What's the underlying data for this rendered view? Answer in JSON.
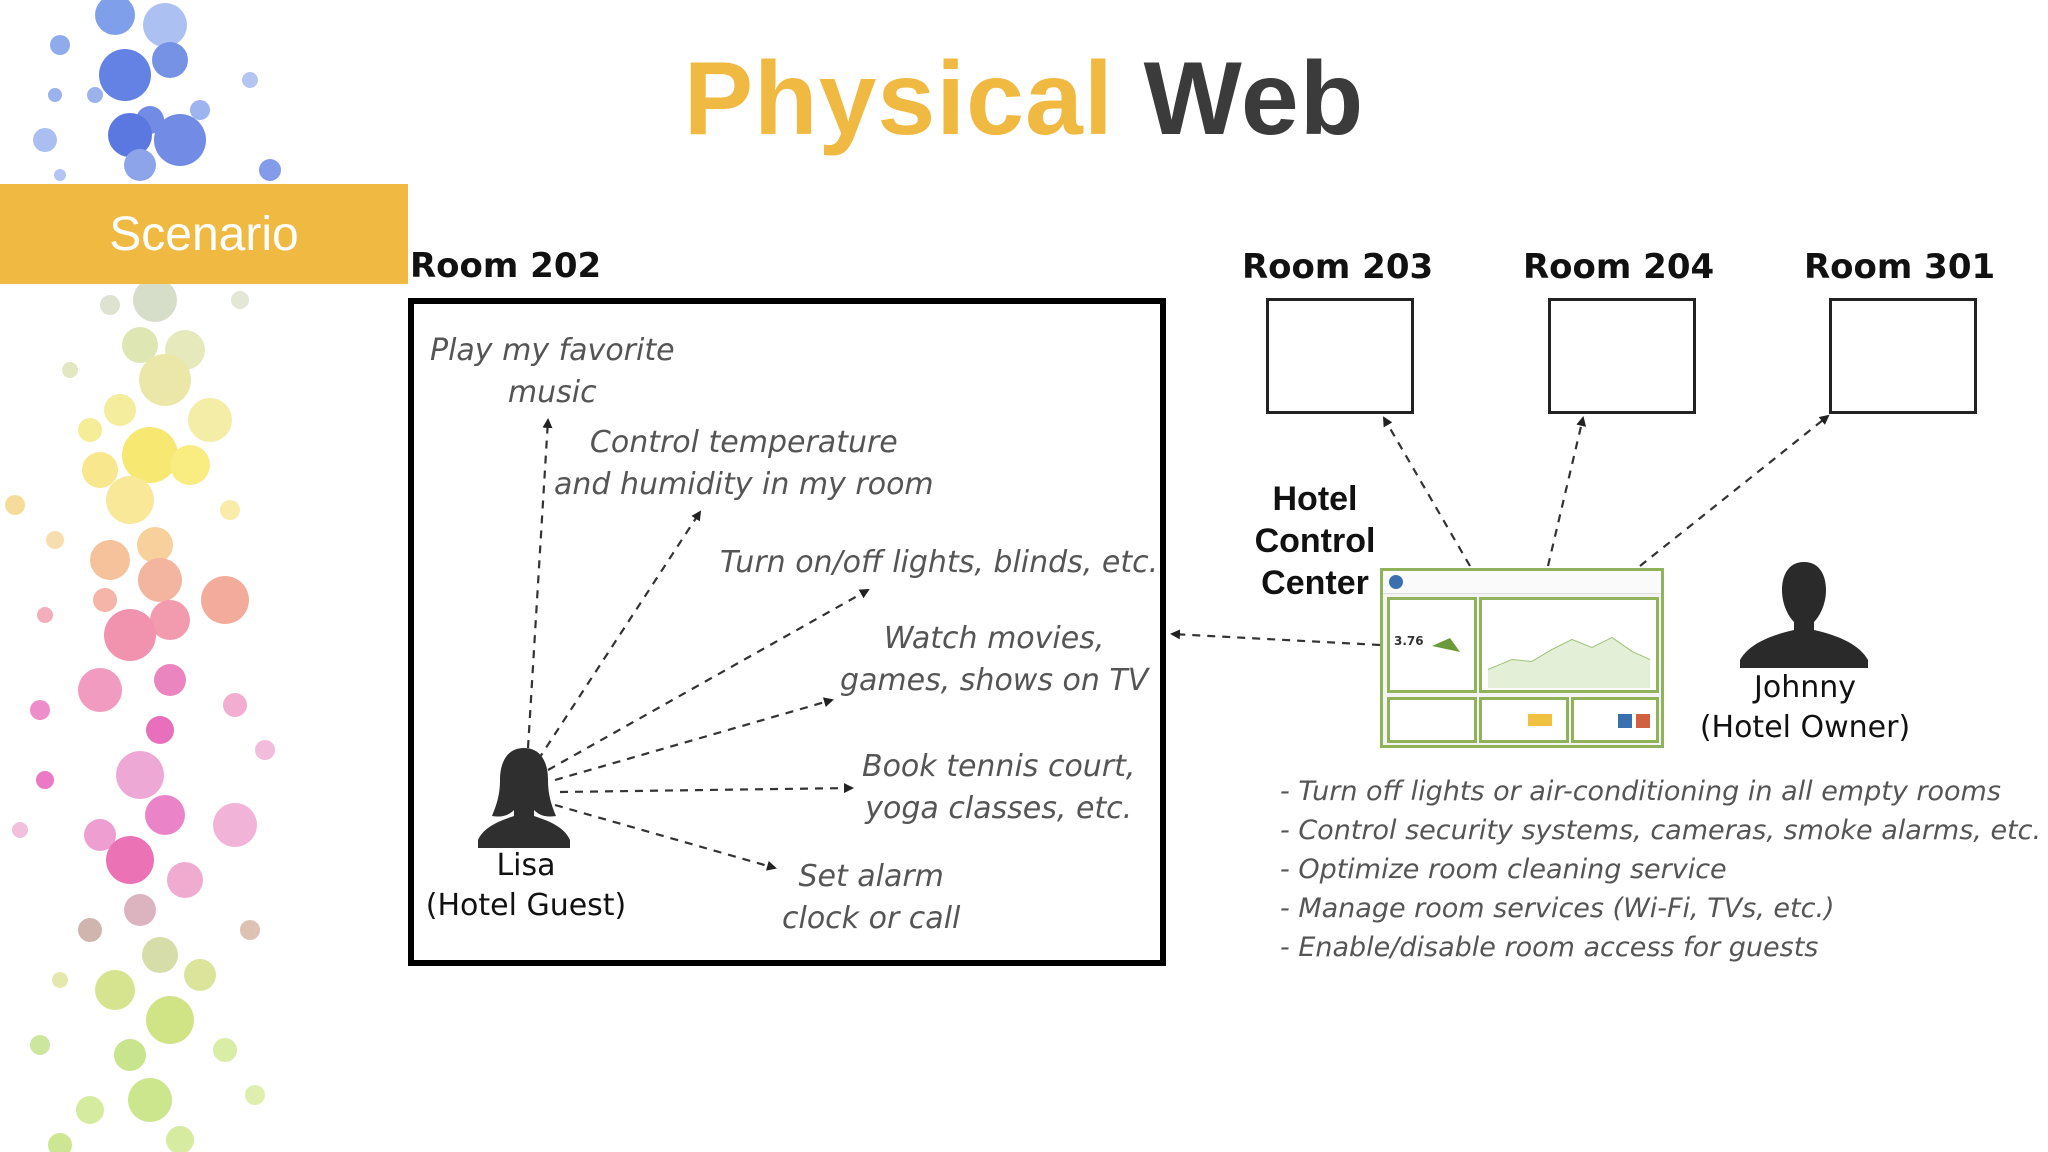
{
  "title": {
    "word1": "Physical",
    "word2": "Web"
  },
  "banner": {
    "label": "Scenario"
  },
  "rooms": {
    "main": "Room 202",
    "others": [
      "Room 203",
      "Room 204",
      "Room 301"
    ]
  },
  "guest_actions": [
    [
      "Play my favorite",
      "music"
    ],
    [
      "Control temperature",
      "and humidity in my room"
    ],
    [
      "Turn on/off lights, blinds, etc."
    ],
    [
      "Watch movies,",
      "games, shows on TV"
    ],
    [
      "Book tennis court,",
      "yoga classes, etc."
    ],
    [
      "Set alarm",
      "clock or call"
    ]
  ],
  "guest": {
    "name": "Lisa",
    "role": "(Hotel Guest)"
  },
  "owner": {
    "name": "Johnny",
    "role": "(Hotel Owner)"
  },
  "control_center": {
    "lines": [
      "Hotel",
      "Control",
      "Center"
    ],
    "dashboard_value": "3.76"
  },
  "owner_tasks": [
    "- Turn off lights or air-conditioning in all empty rooms",
    "- Control security systems, cameras, smoke alarms, etc.",
    "- Optimize room cleaning service",
    "- Manage room services (Wi-Fi, TVs, etc.)",
    "- Enable/disable room access for guests"
  ],
  "colors": {
    "accent": "#f0b942",
    "title_dark": "#3b3b3b",
    "dashboard_border": "#8fb25a"
  },
  "icons": [
    "person-silhouette-icon",
    "dashboard-screenshot-icon"
  ]
}
